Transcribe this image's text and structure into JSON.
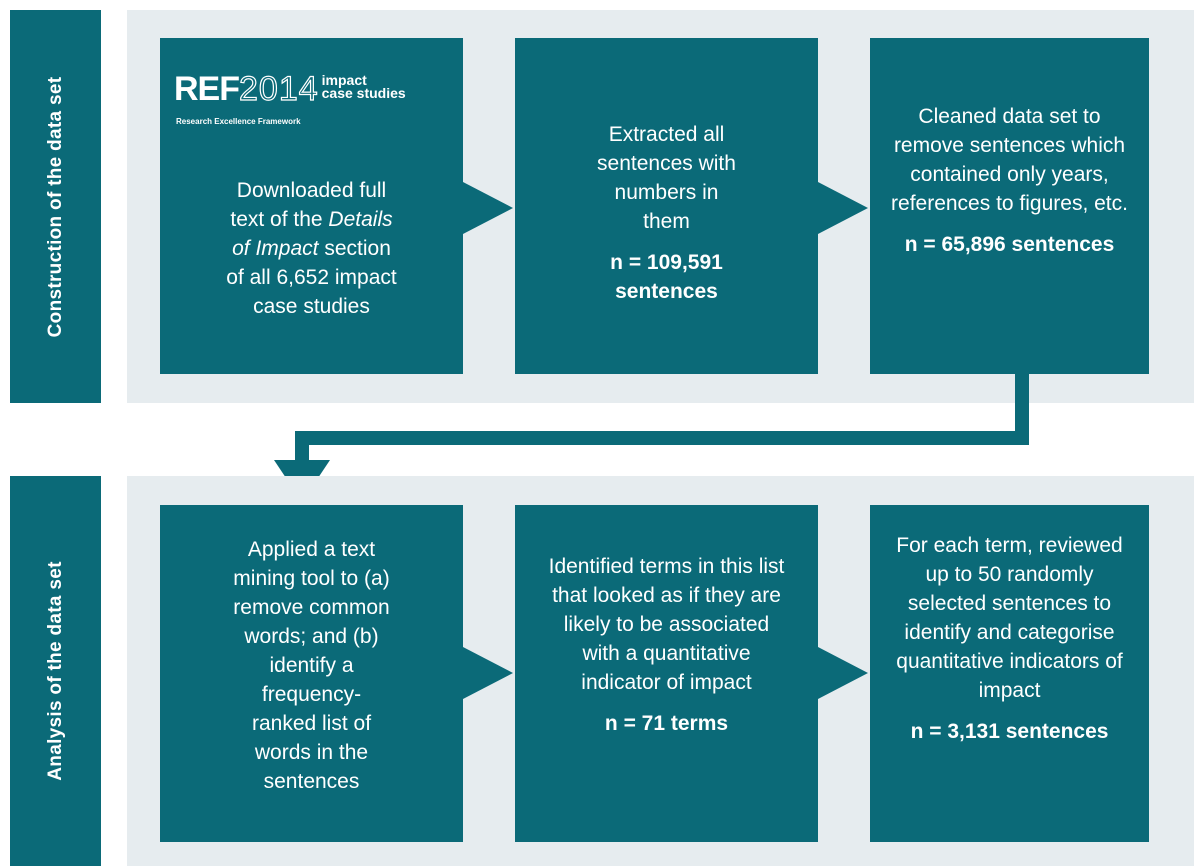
{
  "sections": {
    "construction": {
      "label": "Construction of the data set"
    },
    "analysis": {
      "label": "Analysis of the data set"
    }
  },
  "logo": {
    "ref": "REF",
    "year": "2014",
    "tag_line1": "impact",
    "tag_line2": "case studies",
    "subtitle": "Research Excellence Framework"
  },
  "steps": {
    "s1": {
      "line1": "Downloaded full",
      "line2": "text of the ",
      "italic1": "Details",
      "italic2": "of Impact",
      "line3": " section",
      "line4": "of all 6,652 impact",
      "line5": "case studies"
    },
    "s2": {
      "text": "Extracted all sentences with numbers in them",
      "count": "n = 109,591 sentences"
    },
    "s3": {
      "text": "Cleaned data set to remove sentences which contained only years, references to figures, etc.",
      "count": "n = 65,896 sentences"
    },
    "s4": {
      "text": "Applied a text mining tool to (a) remove common words; and (b) identify a frequency-ranked list of words in the sentences"
    },
    "s5": {
      "text": "Identified terms in this list that looked as if they are likely to be associated with a quantitative indicator of impact",
      "count": "n = 71 terms"
    },
    "s6": {
      "text": "For each term, reviewed up to 50 randomly selected sentences to identify and categorise quantitative indicators of impact",
      "count": "n = 3,131 sentences"
    }
  },
  "colors": {
    "teal": "#0b6a78",
    "panel": "#e6ecef",
    "text": "#ffffff"
  }
}
